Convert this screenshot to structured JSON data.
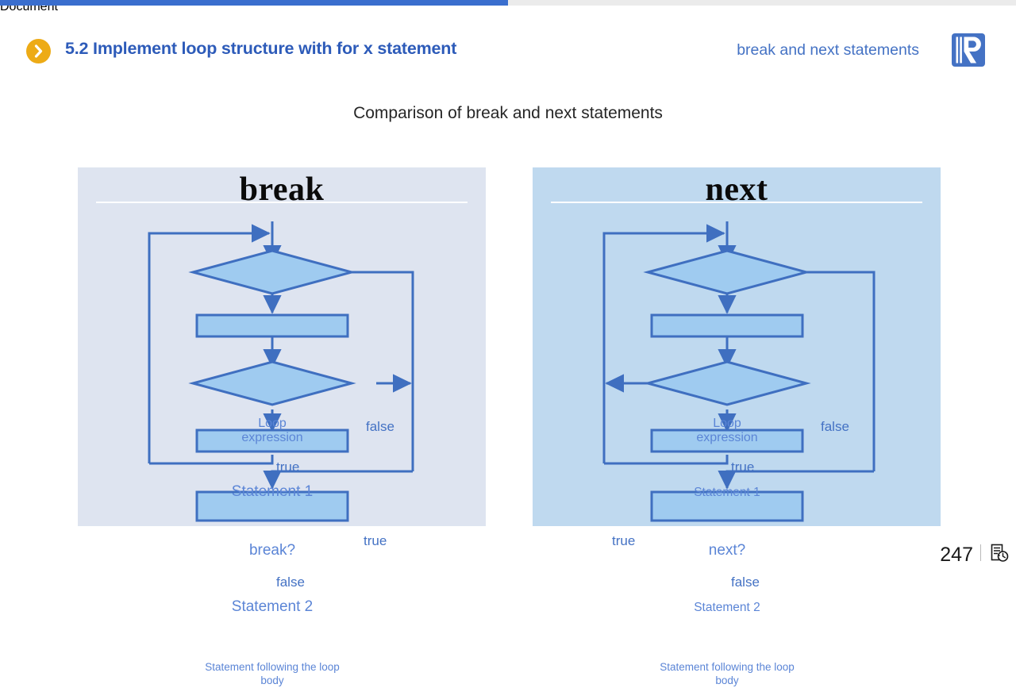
{
  "topbar": {
    "progress_percent": 50,
    "fill_color": "#3a6ece",
    "track_color": "#ebebeb"
  },
  "header": {
    "bullet_icon": "chevron-right-circle-icon",
    "title": "5.2 Implement loop structure with for x statement",
    "right_label": "break and next statements",
    "logo_icon": "r-logo-icon",
    "title_color": "#2d5bb9",
    "accent_color": "#edab16"
  },
  "subtitle": "Comparison of break and next statements",
  "panels": [
    {
      "id": "break",
      "title": "break",
      "background": "#dee4f0",
      "nodes": {
        "loop_expression": "Loop\nexpression",
        "statement1": "Statement 1",
        "decision": "break?",
        "statement2": "Statement 2",
        "following": "Statement following the loop body"
      },
      "edge_labels": {
        "loop_false": "false",
        "loop_true": "true",
        "decision_true": "true",
        "decision_false": "false"
      }
    },
    {
      "id": "next",
      "title": "next",
      "background": "#bfd9ef",
      "nodes": {
        "loop_expression": "Loop\nexpression",
        "statement1": "Statement 1",
        "decision": "next?",
        "statement2": "Statement 2",
        "following": "Statement following the loop body"
      },
      "edge_labels": {
        "loop_false": "false",
        "loop_true": "true",
        "decision_true": "true",
        "decision_false": "false"
      }
    }
  ],
  "footer": {
    "page_number": "247",
    "history_icon": "document-history-icon"
  },
  "colors": {
    "stroke": "#3f6fc0",
    "node_fill": "#9fcbf0",
    "node_text": "#5b85d6",
    "edge_label": "#4472c4"
  }
}
